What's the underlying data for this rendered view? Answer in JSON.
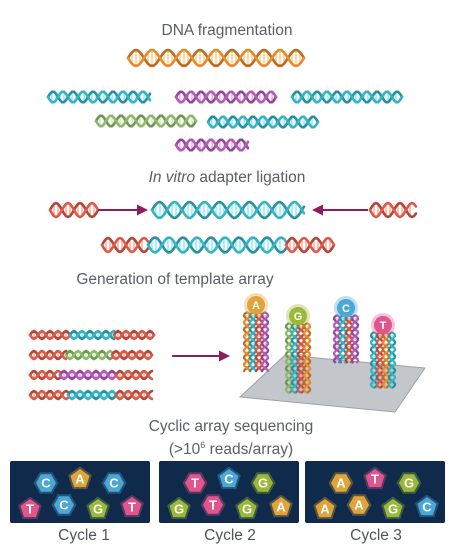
{
  "labels": {
    "fragmentation": "DNA fragmentation",
    "ligation_italic": "In vitro",
    "ligation_rest": " adapter ligation",
    "template": "Generation of template array",
    "cyclic_line1": "Cyclic array sequencing",
    "cyclic_line2_pre": "(>10",
    "cyclic_line2_sup": "6",
    "cyclic_line2_post": " reads/array)"
  },
  "array_bases": [
    "A",
    "G",
    "C",
    "T"
  ],
  "cycles": [
    {
      "label": "Cycle 1",
      "bases": [
        "C",
        "A",
        "C",
        "T",
        "C",
        "G",
        "T"
      ]
    },
    {
      "label": "Cycle 2",
      "bases": [
        "T",
        "C",
        "G",
        "G",
        "T",
        "G",
        "A"
      ]
    },
    {
      "label": "Cycle 3",
      "bases": [
        "A",
        "T",
        "G",
        "A",
        "A",
        "G",
        "C"
      ]
    }
  ],
  "colors": {
    "orange": "#e8892e",
    "teal": "#35b3c4",
    "purple": "#b25bb4",
    "green": "#8cb96a",
    "red": "#d95a48",
    "arrow": "#8a1f5a",
    "cycle_bg": "#0f2a4a",
    "base_A": "#e0a43a",
    "base_G": "#9ab83a",
    "base_C": "#4ba7d6",
    "base_T": "#e0558c"
  }
}
